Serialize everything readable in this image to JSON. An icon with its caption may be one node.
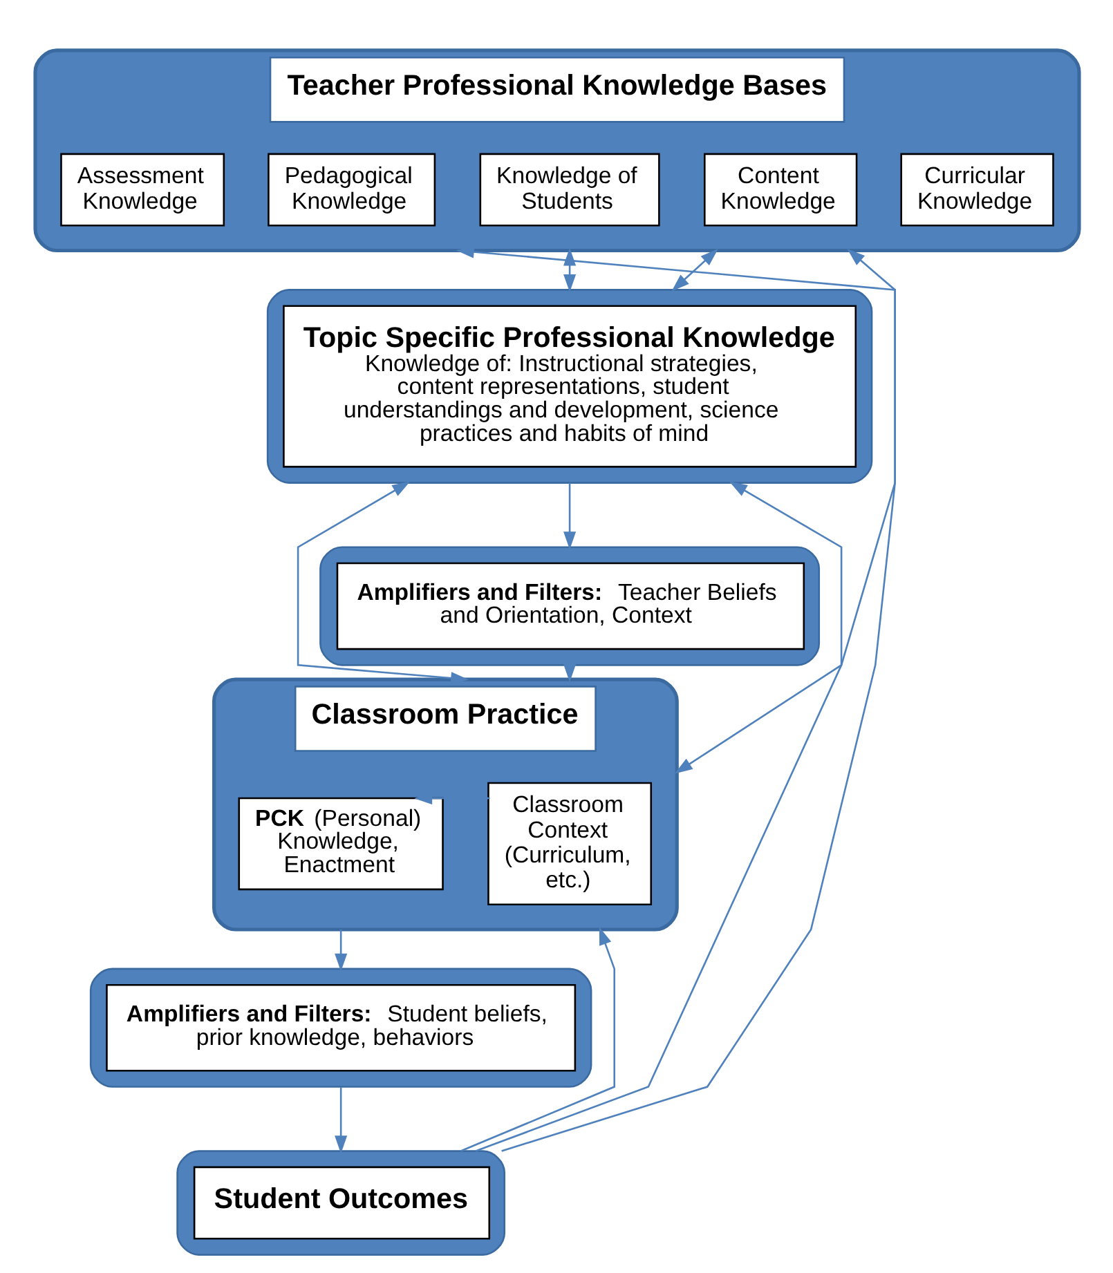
{
  "diagram": {
    "nodes": [
      {
        "text": [
          "Teacher Professional Knowledge Bases"
        ]
      },
      {
        "text": [
          "Assessment Knowledge"
        ],
        "in": 0
      },
      {
        "text": [
          "Pedagogical Knowledge"
        ],
        "in": 0
      },
      {
        "text": [
          "Content Knowledge"
        ],
        "in": 0
      },
      {
        "text": [
          "Knowledge of Students"
        ],
        "in": 0
      },
      {
        "text": [
          "Curricular Knowledge"
        ],
        "in": 0
      },
      {
        "text": [
          "Topic Specific Professional Knowledge",
          "Knowledge of: Instructional strategies, content representations, student understandings and development, science practices and habits of mind"
        ]
      },
      {
        "text": [
          "**Amplifiers and Filters:** Teacher Beliefs and Orientation, Context"
        ]
      },
      {
        "text": [
          "Classroom Practice"
        ]
      },
      {
        "text": [
          "**PCK** (Personal) Knowledge, Enactment"
        ],
        "in": 8
      },
      {
        "text": [
          "Classroom Context (Curriculum, etc.)"
        ],
        "in": 8
      },
      {
        "text": [
          "**Amplifiers and Filters:** Student beliefs, prior knowledge, behaviors"
        ]
      },
      {
        "text": [
          "Student Outcomes"
        ]
      }
    ],
    "edges": [
      {
        "from": 0,
        "to": 6,
        "arrow": "both"
      },
      {
        "from": 0,
        "to": 6,
        "arrow": "both"
      },
      {
        "from": 6,
        "to": 7,
        "arrow": "to"
      },
      {
        "from": 7,
        "to": 8,
        "arrow": "to"
      },
      {
        "from": 8,
        "to": 11,
        "arrow": "to"
      },
      {
        "from": 11,
        "to": 12,
        "arrow": "to"
      },
      {
        "from": 12,
        "to": 6,
        "arrow": "to"
      },
      {
        "from": 6,
        "to": 8,
        "arrow": "both"
      },
      {
        "from": 12,
        "to": 8,
        "arrow": "to"
      },
      {
        "from": 9,
        "to": 10,
        "arrow": "both"
      },
      {
        "from": 0,
        "to": 8,
        "arrow": "both"
      },
      {
        "from": 12,
        "to": 0,
        "arrow": "to"
      }
    ]
  }
}
